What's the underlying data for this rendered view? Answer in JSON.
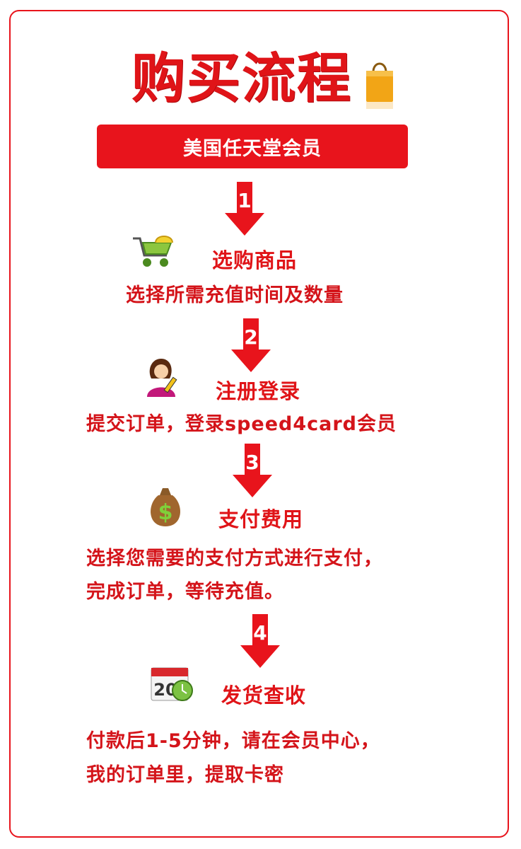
{
  "title": "购买流程",
  "banner": "美国任天堂会员",
  "steps": [
    {
      "number": "1",
      "title": "选购商品",
      "lines": [
        "选择所需充值时间及数量"
      ],
      "icon": "shopping-cart-icon"
    },
    {
      "number": "2",
      "title": "注册登录",
      "lines": [
        "提交订单，登录speed4card会员"
      ],
      "icon": "user-register-icon"
    },
    {
      "number": "3",
      "title": "支付费用",
      "lines": [
        "选择您需要的支付方式进行支付，",
        "完成订单，等待充值。"
      ],
      "icon": "money-bag-icon"
    },
    {
      "number": "4",
      "title": "发货查收",
      "lines": [
        "付款后1-5分钟，请在会员中心，",
        "我的订单里，提取卡密"
      ],
      "icon": "calendar-clock-icon"
    }
  ],
  "calendar_icon_text": "20",
  "colors": {
    "accent": "#e8141c",
    "text_red": "#d4141a",
    "background": "#ffffff"
  }
}
